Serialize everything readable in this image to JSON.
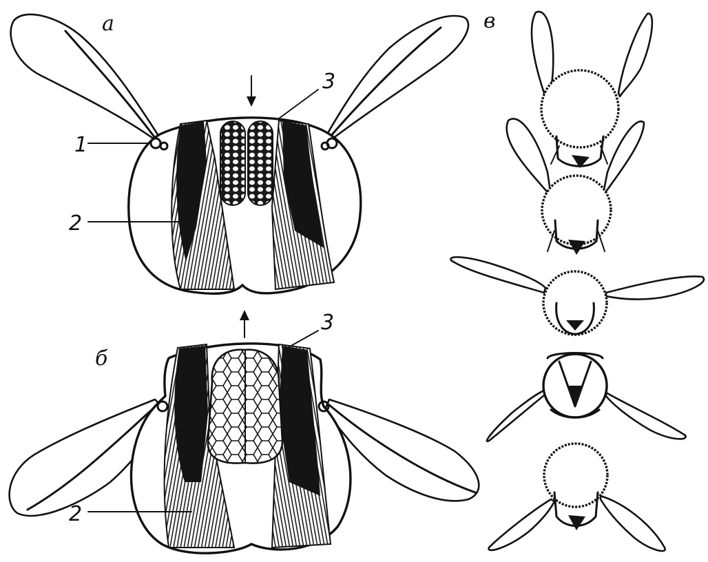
{
  "panels": {
    "a": {
      "letter": "а",
      "leaders": [
        "1",
        "2",
        "3"
      ]
    },
    "b": {
      "letter": "б",
      "leaders": [
        "2",
        "3"
      ]
    },
    "v": {
      "letter": "в"
    }
  },
  "arrows": {
    "a": "down",
    "b": "up"
  }
}
